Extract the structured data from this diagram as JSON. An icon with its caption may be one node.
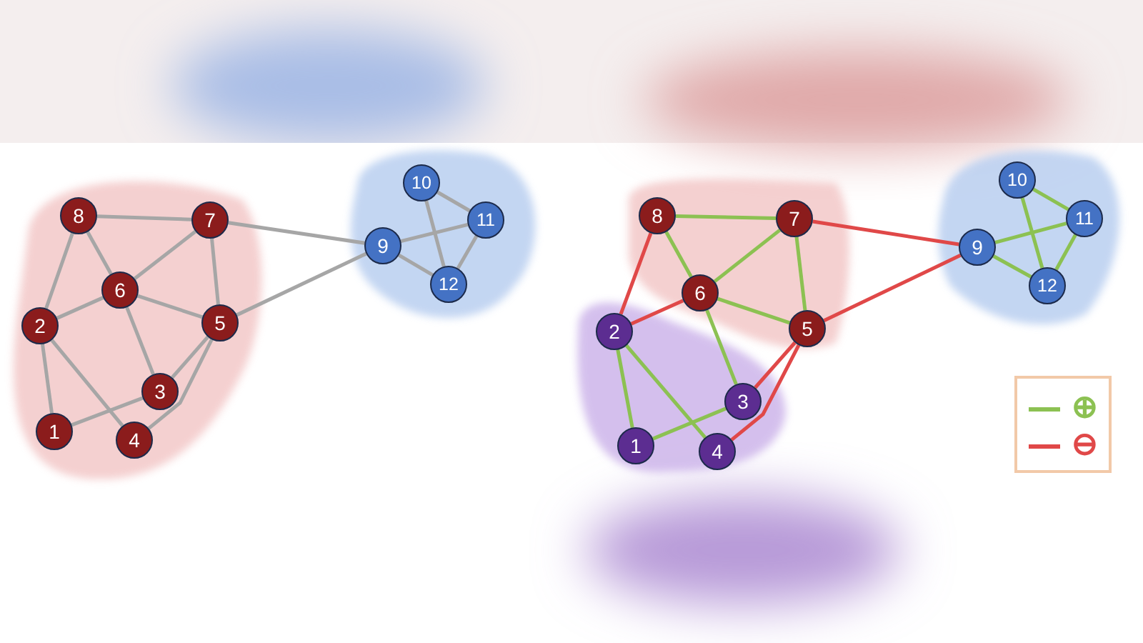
{
  "diagram": {
    "nodes": [
      {
        "text": [
          "1"
        ]
      },
      {
        "text": [
          "2"
        ]
      },
      {
        "text": [
          "3"
        ]
      },
      {
        "text": [
          "4"
        ]
      },
      {
        "text": [
          "5"
        ]
      },
      {
        "text": [
          "6"
        ]
      },
      {
        "text": [
          "7"
        ]
      },
      {
        "text": [
          "8"
        ]
      },
      {
        "text": [
          "9"
        ]
      },
      {
        "text": [
          "10"
        ]
      },
      {
        "text": [
          "11"
        ]
      },
      {
        "text": [
          "12"
        ]
      },
      {
        "text": [
          "1"
        ]
      },
      {
        "text": [
          "2"
        ]
      },
      {
        "text": [
          "3"
        ]
      },
      {
        "text": [
          "4"
        ]
      },
      {
        "text": [
          "5"
        ]
      },
      {
        "text": [
          "6"
        ]
      },
      {
        "text": [
          "7"
        ]
      },
      {
        "text": [
          "8"
        ]
      },
      {
        "text": [
          "9"
        ]
      },
      {
        "text": [
          "10"
        ]
      },
      {
        "text": [
          "11"
        ]
      },
      {
        "text": [
          "12"
        ]
      }
    ],
    "edges": [
      {
        "from": 7,
        "to": 6,
        "arrow": "none"
      },
      {
        "from": 7,
        "to": 5,
        "arrow": "none"
      },
      {
        "from": 7,
        "to": 1,
        "arrow": "none"
      },
      {
        "from": 6,
        "to": 5,
        "arrow": "none"
      },
      {
        "from": 6,
        "to": 4,
        "arrow": "none"
      },
      {
        "from": 6,
        "to": 8,
        "arrow": "none"
      },
      {
        "from": 5,
        "to": 1,
        "arrow": "none"
      },
      {
        "from": 5,
        "to": 4,
        "arrow": "none"
      },
      {
        "from": 5,
        "to": 2,
        "arrow": "none"
      },
      {
        "from": 4,
        "to": 8,
        "arrow": "none"
      },
      {
        "from": 4,
        "to": 2,
        "arrow": "none"
      },
      {
        "from": 4,
        "to": 3,
        "arrow": "none"
      },
      {
        "from": 1,
        "to": 0,
        "arrow": "none"
      },
      {
        "from": 1,
        "to": 3,
        "arrow": "none"
      },
      {
        "from": 2,
        "to": 0,
        "arrow": "none"
      },
      {
        "from": 8,
        "to": 10,
        "arrow": "none"
      },
      {
        "from": 8,
        "to": 11,
        "arrow": "none"
      },
      {
        "from": 9,
        "to": 10,
        "arrow": "none"
      },
      {
        "from": 9,
        "to": 11,
        "arrow": "none"
      },
      {
        "from": 10,
        "to": 11,
        "arrow": "none"
      },
      {
        "from": 19,
        "to": 18,
        "arrow": "none",
        "color": "#8cc152"
      },
      {
        "from": 19,
        "to": 17,
        "arrow": "none",
        "color": "#8cc152"
      },
      {
        "from": 19,
        "to": 13,
        "arrow": "none",
        "color": "#e04848"
      },
      {
        "from": 18,
        "to": 17,
        "arrow": "none",
        "color": "#8cc152"
      },
      {
        "from": 18,
        "to": 16,
        "arrow": "none",
        "color": "#8cc152"
      },
      {
        "from": 18,
        "to": 20,
        "arrow": "none",
        "color": "#e04848"
      },
      {
        "from": 17,
        "to": 13,
        "arrow": "none",
        "color": "#e04848"
      },
      {
        "from": 17,
        "to": 16,
        "arrow": "none",
        "color": "#8cc152"
      },
      {
        "from": 17,
        "to": 14,
        "arrow": "none",
        "color": "#8cc152"
      },
      {
        "from": 16,
        "to": 20,
        "arrow": "none",
        "color": "#e04848"
      },
      {
        "from": 16,
        "to": 14,
        "arrow": "none",
        "color": "#e04848"
      },
      {
        "from": 16,
        "to": 15,
        "arrow": "none",
        "color": "#e04848"
      },
      {
        "from": 13,
        "to": 12,
        "arrow": "none",
        "color": "#8cc152"
      },
      {
        "from": 13,
        "to": 15,
        "arrow": "none",
        "color": "#8cc152"
      },
      {
        "from": 14,
        "to": 12,
        "arrow": "none",
        "color": "#8cc152"
      },
      {
        "from": 20,
        "to": 22,
        "arrow": "none",
        "color": "#8cc152"
      },
      {
        "from": 20,
        "to": 23,
        "arrow": "none",
        "color": "#8cc152"
      },
      {
        "from": 21,
        "to": 22,
        "arrow": "none",
        "color": "#8cc152"
      },
      {
        "from": 21,
        "to": 23,
        "arrow": "none",
        "color": "#8cc152"
      },
      {
        "from": 22,
        "to": 23,
        "arrow": "none",
        "color": "#8cc152"
      }
    ],
    "legend": [
      {
        "text": "⊕",
        "color": "#8cc152"
      },
      {
        "text": "⊖",
        "color": "#e04848"
      }
    ]
  }
}
